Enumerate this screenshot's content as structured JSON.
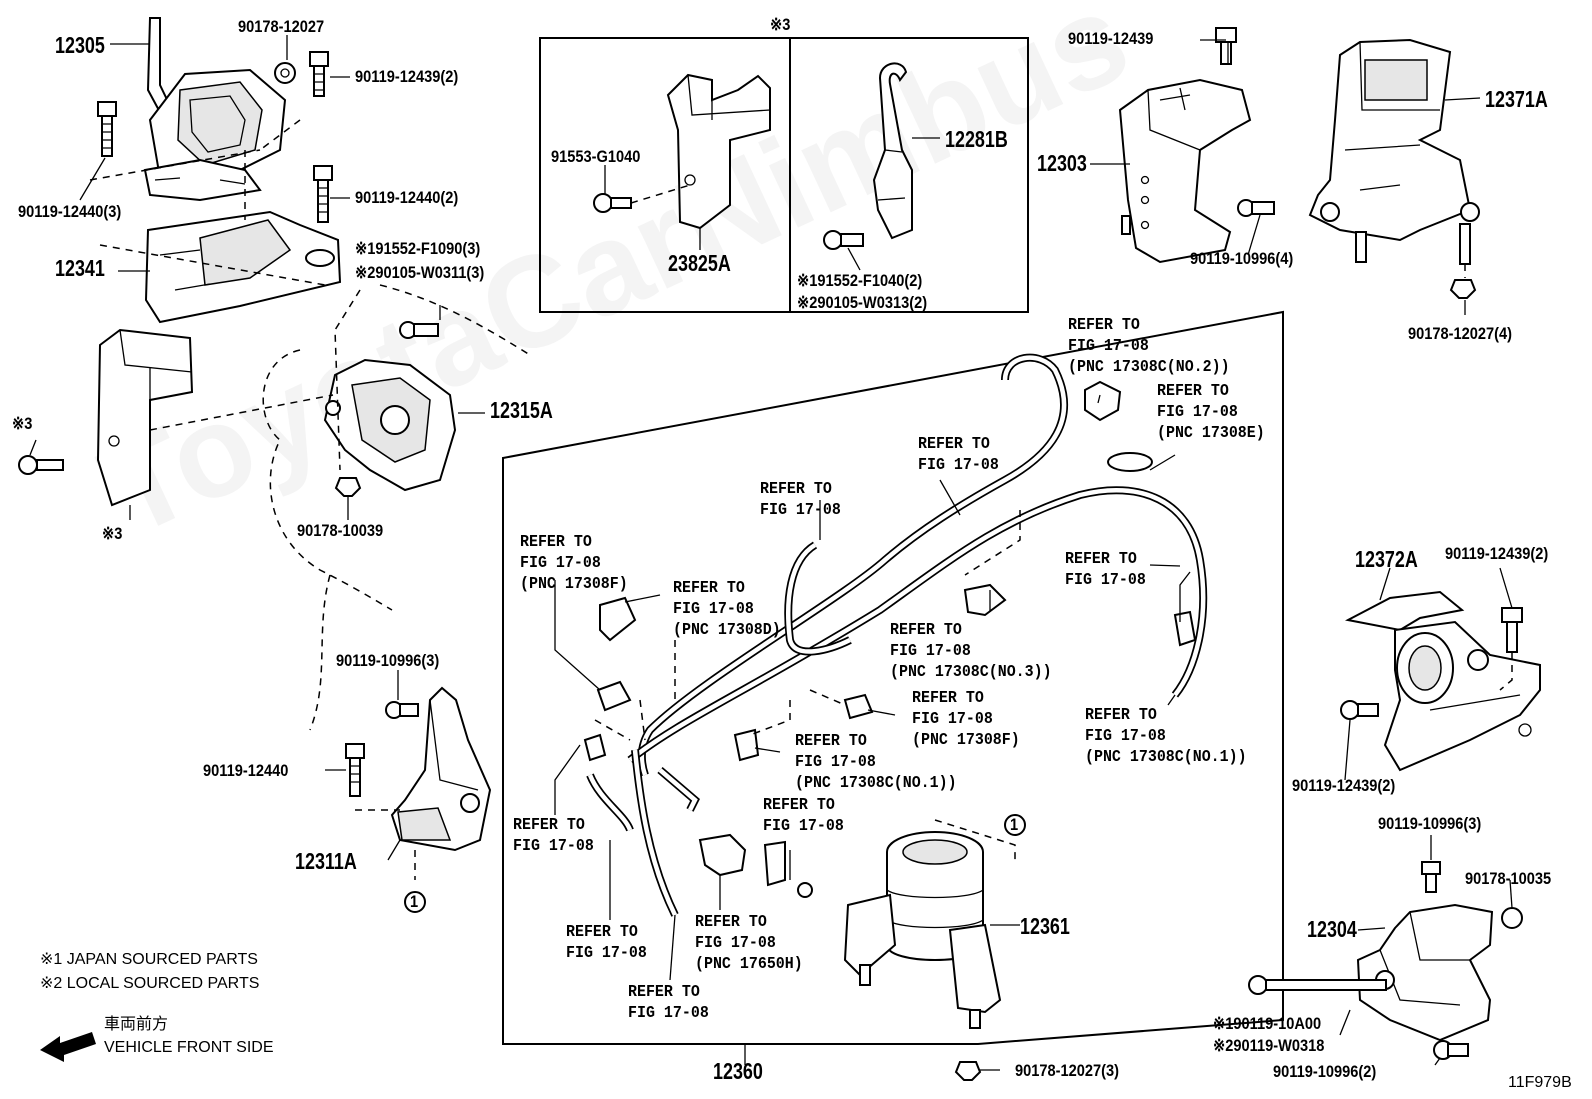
{
  "watermark": "ToyotaCarNimbus",
  "figure_code": "11F979B",
  "notes": {
    "note1": "※1 JAPAN SOURCED PARTS",
    "note2": "※2 LOCAL SOURCED PARTS",
    "direction_jp": "車両前方",
    "direction_en": "VEHICLE FRONT SIDE"
  },
  "box_marker": "※3",
  "parts": {
    "p12305": "12305",
    "p90178_12027": "90178-12027",
    "p90119_12439_2a": "90119-12439(2)",
    "p90119_12440_3": "90119-12440(3)",
    "p90119_12440_2": "90119-12440(2)",
    "p12341": "12341",
    "p91552_F1090": "※191552-F1090(3)",
    "p90105_W0311": "※290105-W0311(3)",
    "p12315A": "12315A",
    "p90178_10039": "90178-10039",
    "mark3_a": "※3",
    "mark3_b": "※3",
    "p91553_G1040": "91553-G1040",
    "p23825A": "23825A",
    "p12281B": "12281B",
    "p91552_F1040": "※191552-F1040(2)",
    "p90105_W0313": "※290105-W0313(2)",
    "p90119_12439": "90119-12439",
    "p12303": "12303",
    "p90119_10996_4": "90119-10996(4)",
    "p12371A": "12371A",
    "p90178_12027_4": "90178-12027(4)",
    "p12372A": "12372A",
    "p90119_12439_2b": "90119-12439(2)",
    "p90119_12439_2c": "90119-12439(2)",
    "p90119_10996_3a": "90119-10996(3)",
    "p90119_12440": "90119-12440",
    "p12311A": "12311A",
    "p12361": "12361",
    "p12360": "12360",
    "p90178_12027_3": "90178-12027(3)",
    "p90119_10996_3b": "90119-10996(3)",
    "p90178_10035": "90178-10035",
    "p12304": "12304",
    "p90119_10A00": "※190119-10A00",
    "p90119_W0318": "※290119-W0318",
    "p90119_10996_2": "90119-10996(2)",
    "circle_a": "1",
    "circle_b": "1"
  },
  "refs": [
    "REFER TO\nFIG 17-08\n(PNC 17308C(NO.2))",
    "REFER TO\nFIG 17-08\n(PNC 17308E)",
    "REFER TO\nFIG 17-08",
    "REFER TO\nFIG 17-08",
    "REFER TO\nFIG 17-08",
    "REFER TO\nFIG 17-08\n(PNC 17308F)",
    "REFER TO\nFIG 17-08\n(PNC 17308D)",
    "REFER TO\nFIG 17-08\n(PNC 17308C(NO.3))",
    "REFER TO\nFIG 17-08\n(PNC 17308F)",
    "REFER TO\nFIG 17-08\n(PNC 17308C(NO.1))",
    "REFER TO\nFIG 17-08\n(PNC 17308C(NO.1))",
    "REFER TO\nFIG 17-08",
    "REFER TO\nFIG 17-08",
    "REFER TO\nFIG 17-08",
    "REFER TO\nFIG 17-08\n(PNC 17650H)",
    "REFER TO\nFIG 17-08"
  ]
}
